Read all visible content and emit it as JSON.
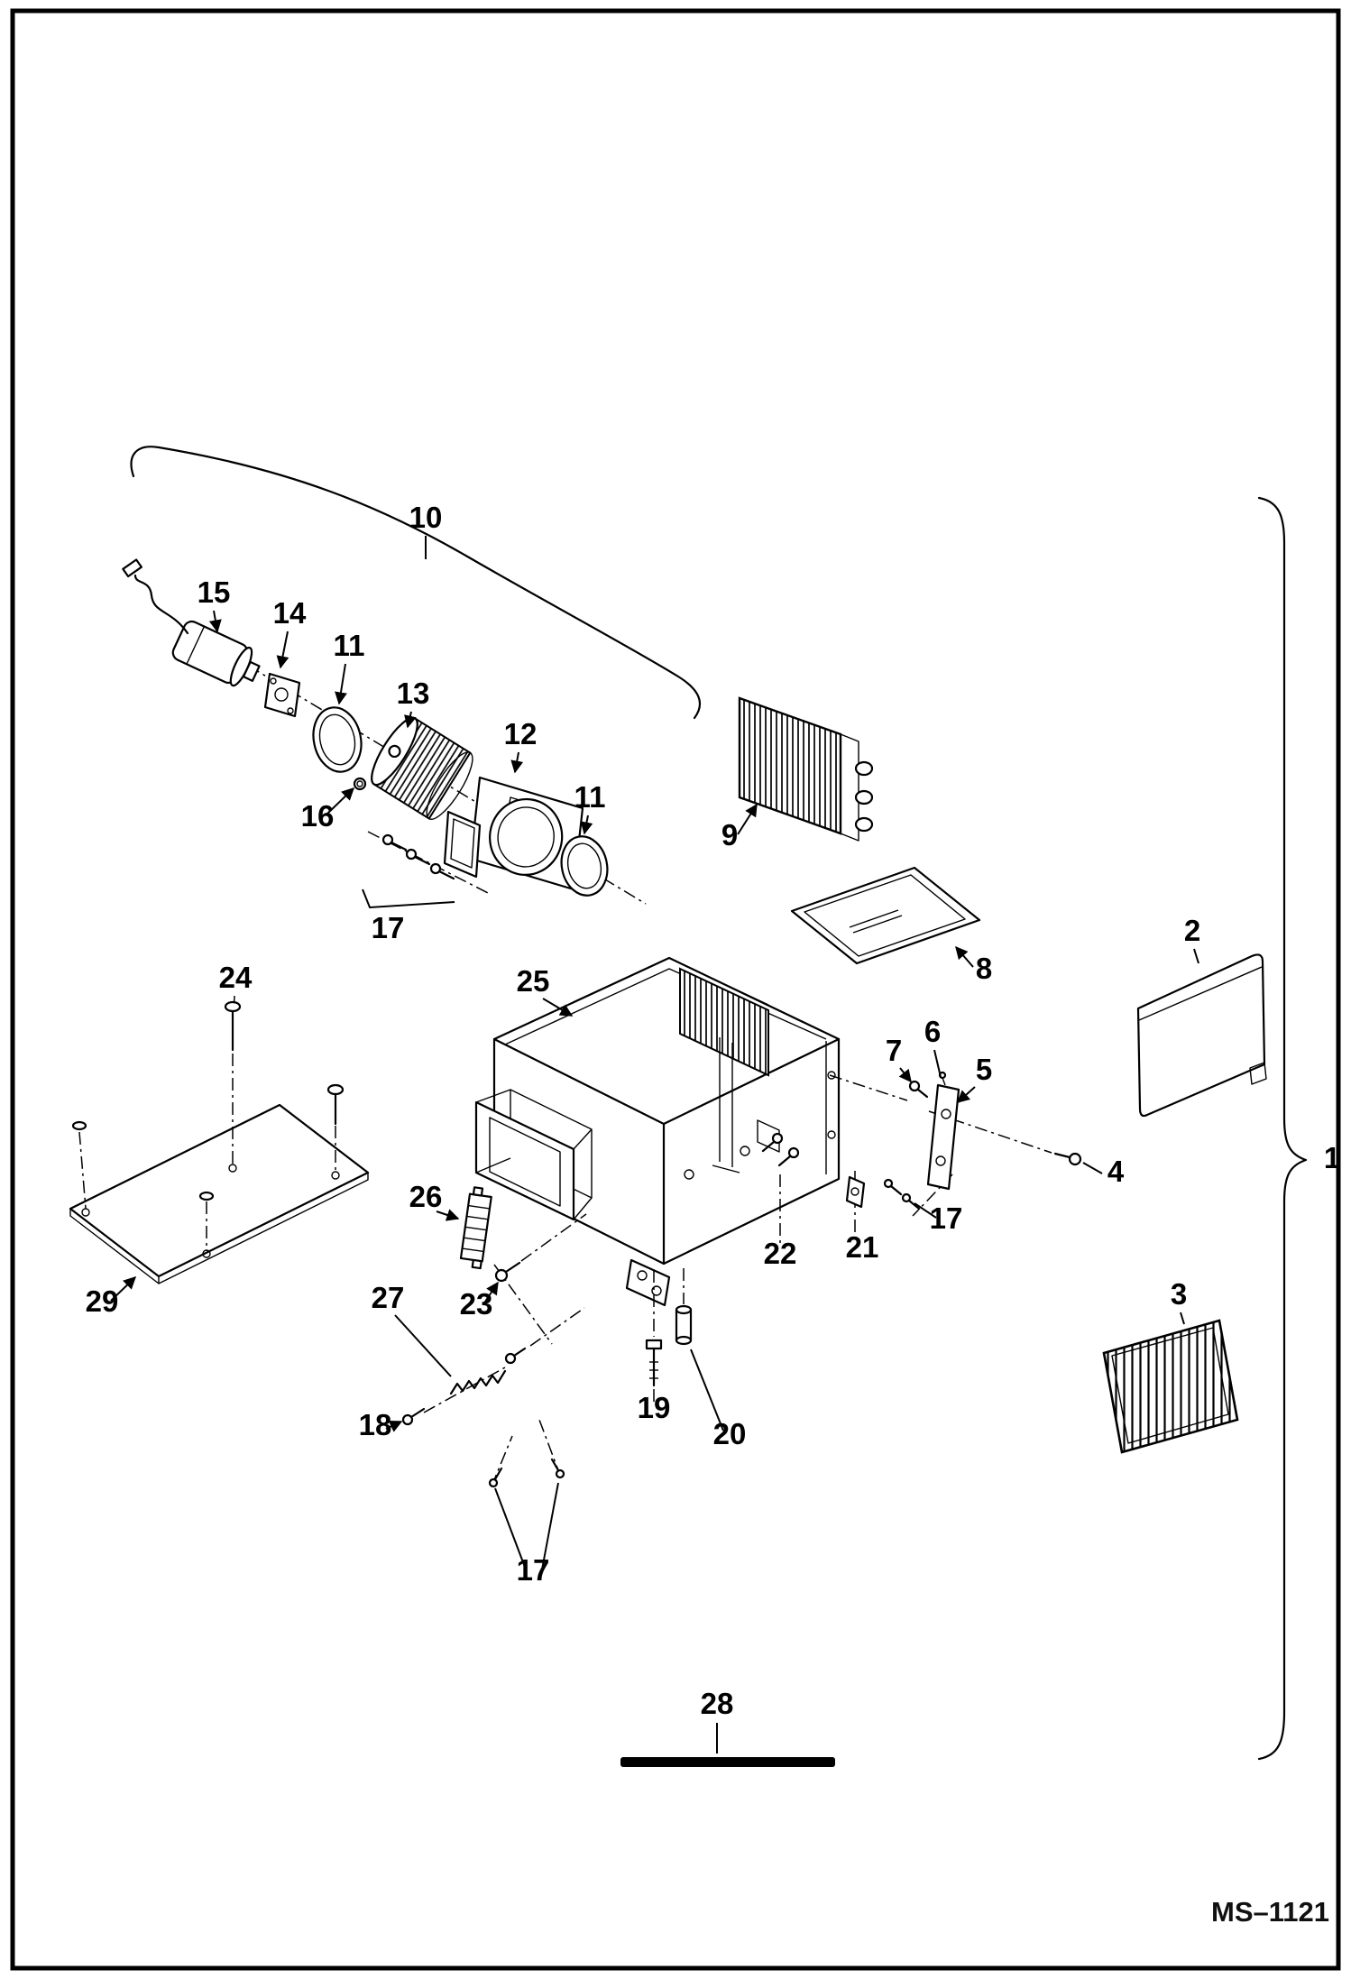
{
  "page": {
    "paper_color": "#ffffff",
    "ink_color": "#000000"
  },
  "diagram": {
    "type": "exploded-parts-diagram",
    "drawing_code": "MS–1121",
    "callouts": [
      {
        "part": "10"
      },
      {
        "part": "15"
      },
      {
        "part": "14"
      },
      {
        "part": "11"
      },
      {
        "part": "13"
      },
      {
        "part": "12"
      },
      {
        "part": "16"
      },
      {
        "part": "11"
      },
      {
        "part": "17"
      },
      {
        "part": "9"
      },
      {
        "part": "8"
      },
      {
        "part": "2"
      },
      {
        "part": "25"
      },
      {
        "part": "24"
      },
      {
        "part": "7"
      },
      {
        "part": "6"
      },
      {
        "part": "5"
      },
      {
        "part": "4"
      },
      {
        "part": "1"
      },
      {
        "part": "17"
      },
      {
        "part": "22"
      },
      {
        "part": "21"
      },
      {
        "part": "26"
      },
      {
        "part": "23"
      },
      {
        "part": "29"
      },
      {
        "part": "27"
      },
      {
        "part": "18"
      },
      {
        "part": "19"
      },
      {
        "part": "20"
      },
      {
        "part": "17"
      },
      {
        "part": "28"
      },
      {
        "part": "3"
      }
    ]
  }
}
